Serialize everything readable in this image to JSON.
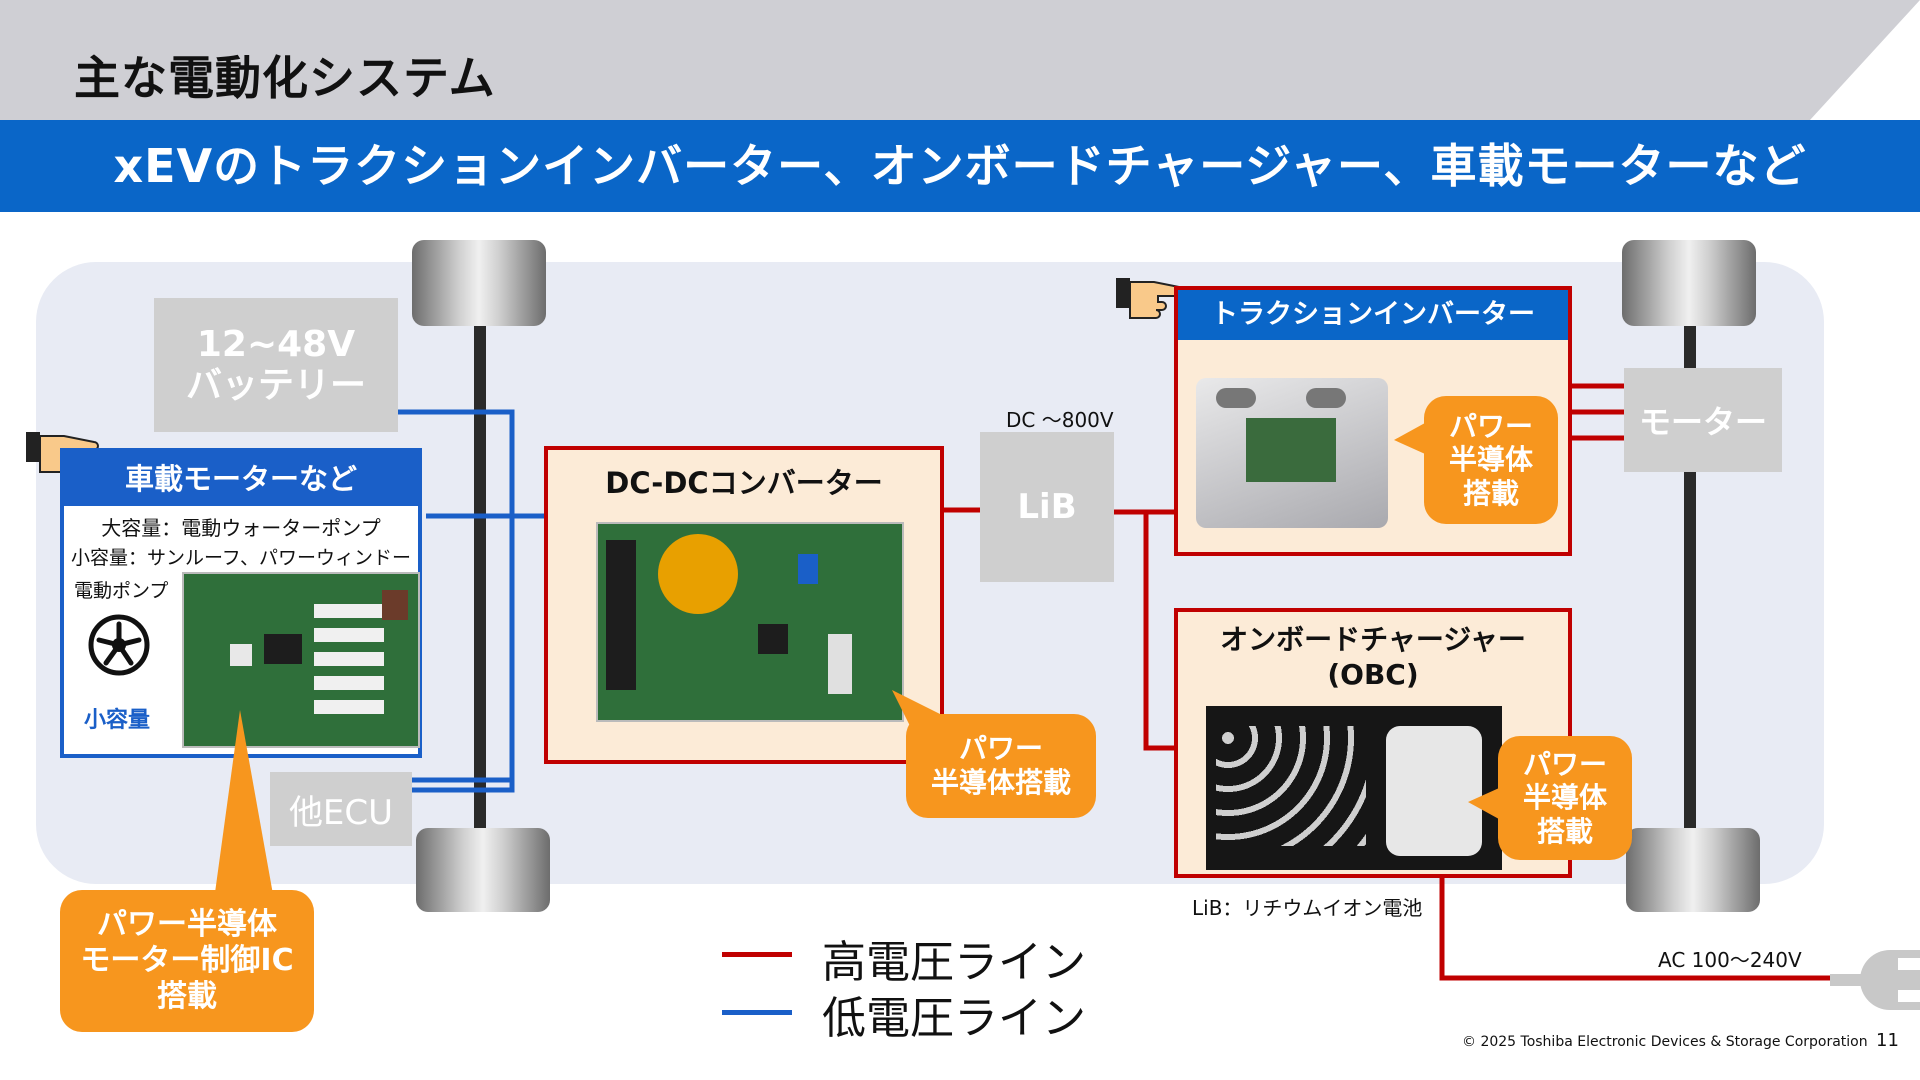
{
  "header": {
    "title": "主な電動化システム",
    "subtitle": "xEVのトラクションインバーター、オンボードチャージャー、車載モーターなど"
  },
  "battery": {
    "line1": "12~48V",
    "line2": "バッテリー"
  },
  "other_ecu": "他ECU",
  "vehicle_motor": {
    "title": "車載モーターなど",
    "large": "大容量：電動ウォーターポンプ",
    "small": "小容量：サンルーフ、パワーウィンドー",
    "pump_label": "電動ポンプ",
    "capacity_label": "小容量"
  },
  "motor_callout": {
    "line1": "パワー半導体",
    "line2": "モーター制御IC",
    "line3": "搭載"
  },
  "dcdc": {
    "title": "DC-DCコンバーター",
    "callout_line1": "パワー",
    "callout_line2": "半導体搭載"
  },
  "lib": {
    "label": "LiB",
    "voltage": "DC ～800V",
    "note": "LiB：リチウムイオン電池"
  },
  "inverter": {
    "title": "トラクションインバーター",
    "callout_line1": "パワー",
    "callout_line2": "半導体",
    "callout_line3": "搭載"
  },
  "motor_box": "モーター",
  "obc": {
    "title_line1": "オンボードチャージャー",
    "title_line2": "(OBC)",
    "callout_line1": "パワー",
    "callout_line2": "半導体",
    "callout_line3": "搭載"
  },
  "ac_label": "AC 100～240V",
  "legend": {
    "high": "高電圧ライン",
    "low": "低電圧ライン"
  },
  "footer": {
    "copyright": "© 2025 Toshiba Electronic Devices & Storage Corporation",
    "page": "11"
  },
  "colors": {
    "high_voltage": "#c00000",
    "low_voltage": "#1a5fc8",
    "accent_orange": "#f7961e",
    "header_blue": "#0a66c8"
  }
}
